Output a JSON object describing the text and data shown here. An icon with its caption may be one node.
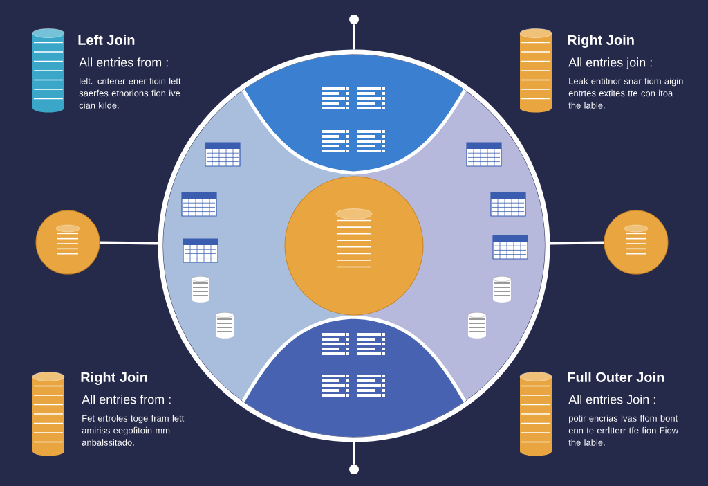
{
  "diagram": {
    "nodes": [
      {
        "text": [],
        "shape": "circle"
      },
      {
        "text": [],
        "shape": "circle",
        "in": 0
      },
      {
        "text": [],
        "shape": "circle"
      },
      {
        "text": [],
        "shape": "circle"
      },
      {
        "text": [],
        "shape": "circle"
      },
      {
        "text": [],
        "shape": "circle"
      }
    ],
    "edges": [
      {
        "from": 4,
        "to": 0,
        "arrow": "none"
      },
      {
        "from": 2,
        "to": 0,
        "arrow": "none"
      },
      {
        "from": 3,
        "to": 0,
        "arrow": "none"
      },
      {
        "from": 5,
        "to": 0,
        "arrow": "none"
      }
    ],
    "labels": [
      "Left Join",
      "All entries from :",
      "lelt. cnterer ener fioin lett saerfes ethorions fion ive cian kilde.",
      "Right Join",
      "All entries join :",
      "Leak entitnor snar fiom aigin entrtes extites tte con itoa the lable.",
      "Right Join",
      "All entries from :",
      "Fet ertroles toge fram lett amiriss eegofitoin mm anbalssitado.",
      "Full Outer Join",
      "All entries Join :",
      "potir encrias lvas ffom bont enn te errltterr tfe fion Fiow the lable."
    ]
  }
}
